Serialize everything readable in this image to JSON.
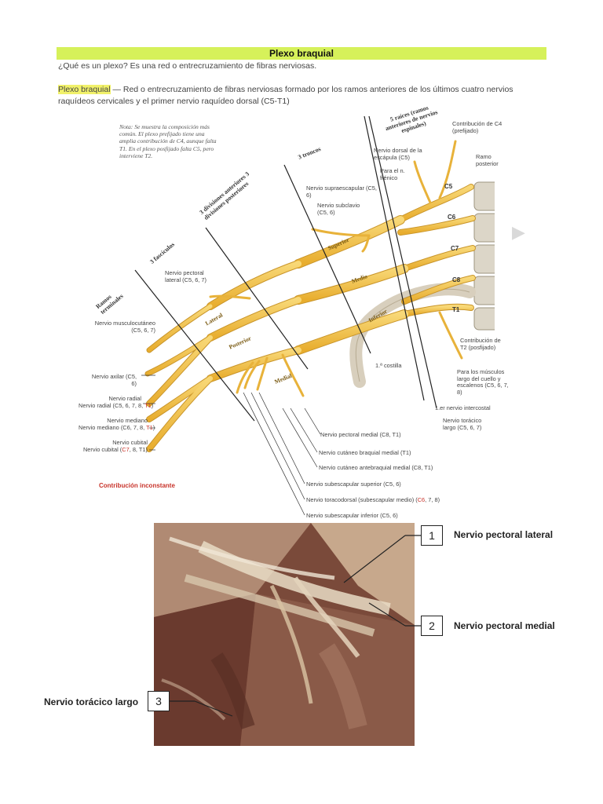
{
  "header": {
    "title": "Plexo braquial",
    "question": "¿Qué es un plexo? Es una red o entrecruzamiento de fibras nerviosas.",
    "definition_term": "Plexo braquial",
    "definition_text": " — Red o entrecruzamiento de fibras nerviosas formado por los ramos anteriores de los últimos cuatro nervios raquídeos cervicales y el primer nervio raquídeo dorsal (C5-T1)"
  },
  "diagram": {
    "note": "Nota: Se muestra la composición más común. El plexo prefijado tiene una amplia contribución de C4, aunque falta T1. En el plexo posfijado falta C5, pero interviene T2.",
    "section_labels": {
      "raices": "5 raíces (ramos anteriores de nervios espinales)",
      "troncos": "3 troncos",
      "divisiones": "3 divisiones anteriores 3 divisiones posteriores",
      "fasciculos": "3 fascículos",
      "terminales": "Ramos terminales"
    },
    "trunks": {
      "superior": "Superior",
      "medio": "Medio",
      "inferior": "Inferior"
    },
    "cords": {
      "lateral": "Lateral",
      "posterior": "Posterior",
      "medial": "Medial"
    },
    "vertebrae": [
      "C5",
      "C6",
      "C7",
      "C8",
      "T1"
    ],
    "labels": {
      "contrib_c4": "Contribución de C4 (prefijado)",
      "ramo_posterior": "Ramo posterior",
      "dorsal_escapula": "Nervio dorsal de la escápula (C5)",
      "frenico": "Para el n. frénico",
      "supraescapular": "Nervio supraescapular (C5, 6)",
      "subclavio": "Nervio subclavio (C5, 6)",
      "pectoral_lateral": "Nervio pectoral lateral (C5, 6, 7)",
      "musculocutaneo": "Nervio musculocutáneo (C5, 6, 7)",
      "axilar": "Nervio axilar (C5, 6)",
      "radial_a": "Nervio radial (C5, 6, 7, 8, ",
      "radial_t1": "T1",
      "radial_b": ")",
      "mediano_a": "Nervio mediano (C6, 7, 8, ",
      "mediano_t1": "T1",
      "mediano_b": ")",
      "cubital_a": "Nervio cubital (",
      "cubital_c7": "C7",
      "cubital_b": ", 8, T1)",
      "costilla": "1.ª costilla",
      "contrib_t2": "Contribución de T2 (posfijado)",
      "largo_cuello": "Para los músculos largo del cuello y escalenos (C5, 6, 7, 8)",
      "intercostal": "1.er nervio intercostal",
      "toracico_largo": "Nervio torácico largo (C5, 6, 7)",
      "pectoral_medial": "Nervio pectoral medial (C8, T1)",
      "cutaneo_braquial": "Nervio cutáneo braquial medial (T1)",
      "cutaneo_antebraquial": "Nervio cutáneo antebraquial medial (C8, T1)",
      "subescapular_sup": "Nervio subescapular superior (C5, 6)",
      "toracodorsal_a": "Nervio toracodorsal (subescapular medio) (",
      "toracodorsal_c6": "C6",
      "toracodorsal_b": ", 7, 8)",
      "subescapular_inf": "Nervio subescapular inferior (C5, 6)"
    },
    "inconstant": "Contribución inconstante",
    "colors": {
      "nerve": "#f2c24a",
      "nerve_edge": "#c9952a",
      "bone": "#dcd6c8",
      "highlight": "#d6f15a",
      "red": "#c8332a"
    }
  },
  "photo": {
    "callouts": [
      {
        "num": "1",
        "label": "Nervio pectoral lateral"
      },
      {
        "num": "2",
        "label": "Nervio pectoral medial"
      },
      {
        "num": "3",
        "label": "Nervio torácico largo"
      }
    ]
  },
  "nav": {
    "next_icon": "chevron-right-icon"
  }
}
